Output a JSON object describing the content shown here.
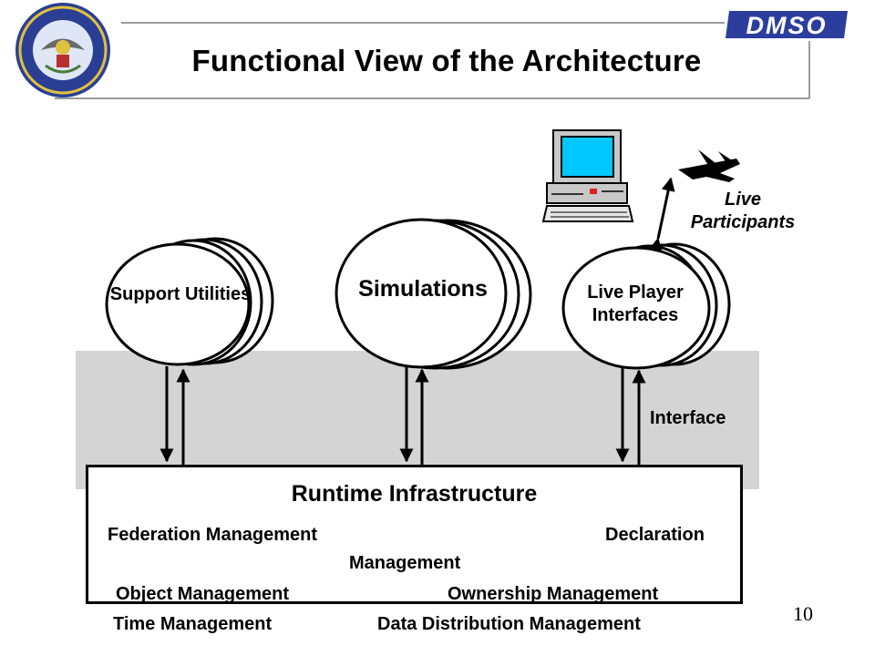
{
  "header": {
    "title": "Functional View of the Architecture",
    "seal_icon": "dod-seal-icon",
    "logo_icon": "dmso-logo-icon",
    "logo_text": "DMSO"
  },
  "diagram": {
    "live_participants_label": "Live Participants",
    "interface_label": "Interface",
    "support_utilities_label": "Support Utilities",
    "simulations_label": "Simulations",
    "live_player_interfaces_label": "Live Player Interfaces",
    "computer_icon": "computer-icon",
    "aircraft_icon": "fighter-jet-icon",
    "rti": {
      "title": "Runtime Infrastructure",
      "services": {
        "federation": "Federation Management",
        "declaration": "Declaration",
        "management": "Management",
        "object": "Object Management",
        "ownership": "Ownership Management",
        "time": "Time Management",
        "ddm": "Data Distribution Management"
      }
    },
    "colors": {
      "interface_band": "#d4d4d4",
      "seal_blue": "#2a3f93",
      "seal_gold": "#e0c040",
      "logo_blue": "#2b3e9e",
      "screen_cyan": "#00c8ff"
    }
  },
  "page_number": "10"
}
